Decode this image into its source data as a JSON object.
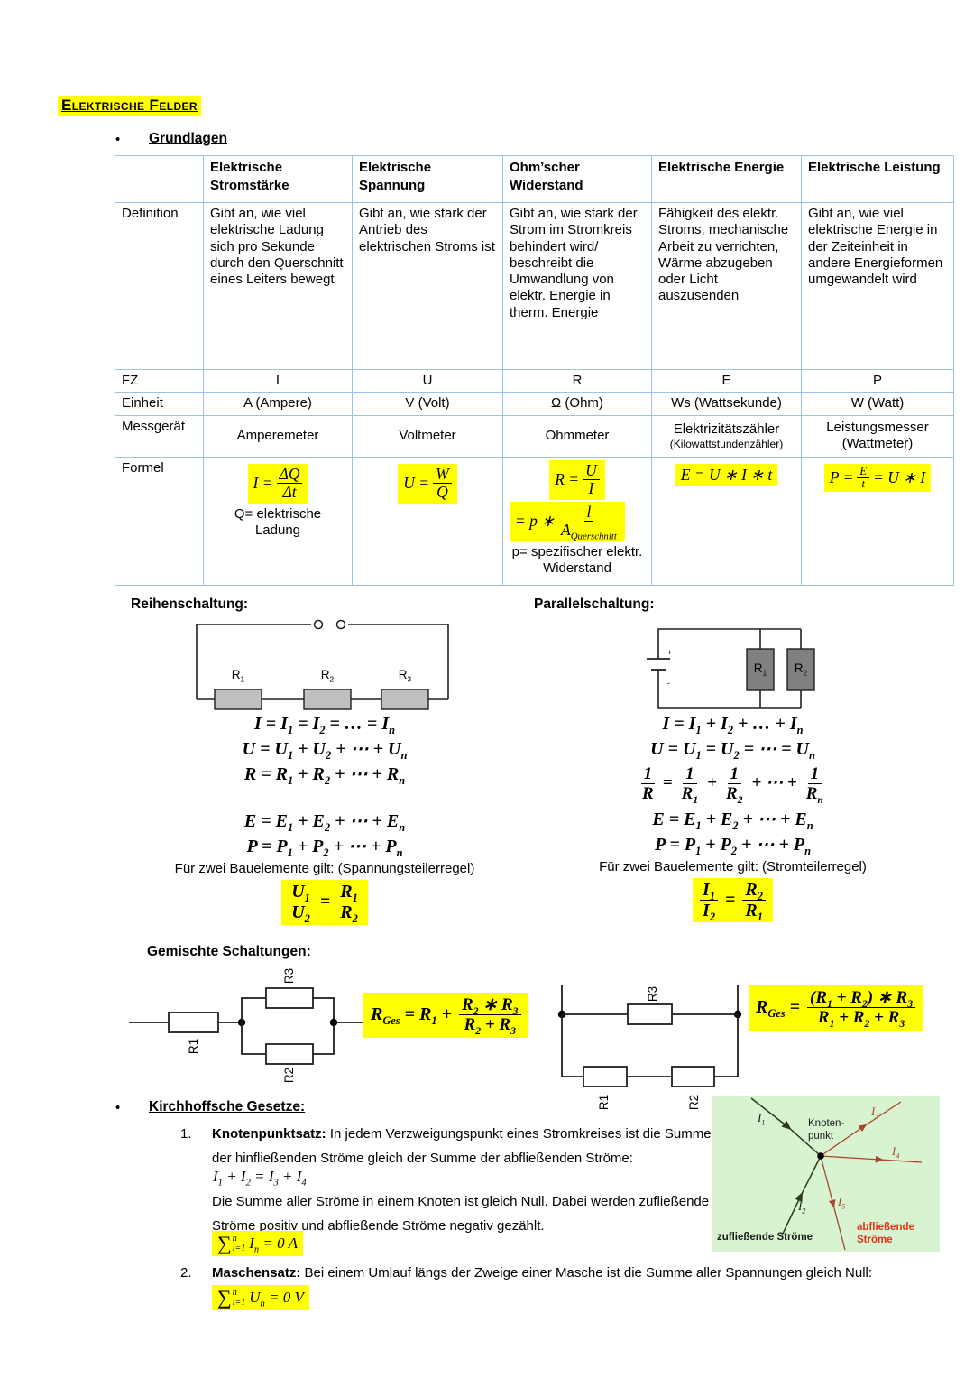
{
  "page": {
    "title": "Elektrische Felder"
  },
  "grundlagen": {
    "bullet": "•",
    "heading": "Grundlagen"
  },
  "table": {
    "headers": [
      "",
      "Elektrische Stromstärke",
      "Elektrische Spannung",
      "Ohm’scher Widerstand",
      "Elektrische Energie",
      "Elektrische Leistung"
    ],
    "rows": {
      "definition": {
        "label": "Definition",
        "cells": [
          "Gibt an, wie viel elektrische Ladung sich pro Sekunde durch den Querschnitt eines Leiters bewegt",
          "Gibt an, wie stark der Antrieb des elektrischen Stroms ist",
          "Gibt an, wie stark der Strom im Stromkreis behindert wird/ beschreibt die Umwandlung von elektr. Energie in therm. Energie",
          "Fähigkeit des elektr. Stroms, mechanische Arbeit zu verrichten, Wärme abzugeben oder Licht auszusenden",
          "Gibt an, wie viel elektrische Energie in der Zeiteinheit in andere Energieformen umgewandelt wird"
        ]
      },
      "fz": {
        "label": "FZ",
        "cells": [
          "I",
          "U",
          "R",
          "E",
          "P"
        ]
      },
      "einheit": {
        "label": "Einheit",
        "cells": [
          "A (Ampere)",
          "V (Volt)",
          "Ω (Ohm)",
          "Ws (Wattsekunde)",
          "W (Watt)"
        ]
      },
      "messgeraet": {
        "label": "Messgerät",
        "cells": [
          "Amperemeter",
          "Voltmeter",
          "Ohmmeter",
          "Elektrizitätszähler",
          "Leistungsmesser"
        ],
        "energie_sub": "(Kilowattstundenzähler)",
        "leistung_sub": "(Wattmeter)"
      },
      "formel": {
        "label": "Formel",
        "strom": {
          "lhs": "I =",
          "num": "ΔQ",
          "den": "Δt",
          "note": "Q= elektrische Ladung"
        },
        "spannung": {
          "lhs": "U =",
          "num": "W",
          "den": "Q"
        },
        "widerstand": {
          "lhs": "R =",
          "num": "U",
          "den": "I",
          "lhs2": "= p ∗",
          "num2": "l",
          "den2": "A_Querschnitt_",
          "note": "p= spezifischer elektr. Widerstand"
        },
        "energie": {
          "formula": "E = U ∗ I ∗ t"
        },
        "leistung": {
          "lhs": "P =",
          "num": "E",
          "den": "t",
          "rhs": "= U ∗ I"
        }
      }
    }
  },
  "reihenschaltung": {
    "heading": "Reihenschaltung:",
    "labels": {
      "r1": "R_1_",
      "r2": "R_2_",
      "r3": "R_3_"
    },
    "f_strom": "I = I_1_ = I_2_ =  … = I_n_",
    "f_spannung": "U = U_1_ + U_2_ + ⋯ + U_n_",
    "f_widerstand": "R = R_1_ + R_2_ + ⋯ + R_n_",
    "f_energie": "E = E_1_ + E_2_ + ⋯ + E_n_",
    "f_leistung": "P = P_1_ + P_2_ + ⋯ + P_n_",
    "rule_caption": "Für zwei Bauelemente gilt: (Spannungsteilerregel)",
    "rule": {
      "num1": "U_1_",
      "den1": "U_2_",
      "eq": "=",
      "num2": "R_1_",
      "den2": "R_2_"
    }
  },
  "parallelschaltung": {
    "heading": "Parallelschaltung:",
    "battery_plus": "+",
    "battery_minus": "-",
    "labels": {
      "r1": "R_1_",
      "r2": "R_2_"
    },
    "f_strom": "I = I_1_ + I_2_ +  … + I_n_",
    "f_spannung": "U = U_1_ = U_2_ = ⋯ = U_n_",
    "f_widerstand": {
      "num0": "1",
      "den0": "R",
      "op0": "=",
      "num1": "1",
      "den1": "R_1_",
      "op1": "+",
      "num2": "1",
      "den2": "R_2_",
      "op2": "+ ⋯ +",
      "num3": "1",
      "den3": "R_n_"
    },
    "f_energie": "E = E_1_ + E_2_ + ⋯ + E_n_",
    "f_leistung": "P = P_1_ + P_2_ + ⋯ + P_n_",
    "rule_caption": "Für zwei Bauelemente gilt: (Stromteilerregel)",
    "rule": {
      "num1": "I_1_",
      "den1": "I_2_",
      "eq": "=",
      "num2": "R_2_",
      "den2": "R_1_"
    }
  },
  "gemischte": {
    "heading": "Gemischte Schaltungen:",
    "left": {
      "labels": {
        "r1": "R1",
        "r2": "R2",
        "r3": "R3"
      },
      "formula": {
        "lhs": "R_Ges_ =  R_1_ +",
        "num": "R_2_ ∗ R_3_",
        "den": "R_2_ + R_3_"
      }
    },
    "right": {
      "labels": {
        "r1": "R1",
        "r2": "R2",
        "r3": "R3"
      },
      "formula": {
        "lhs": "R_Ges_ =",
        "num": "(R_1_ + R_2_) ∗ R_3_",
        "den": "R_1_ + R_2_ + R_3_"
      }
    }
  },
  "kirchhoff": {
    "bullet": "•",
    "heading": "Kirchhoffsche Gesetze:",
    "item1": {
      "number": "1.",
      "term": "Knotenpunktsatz:",
      "text": " In jedem Verzweigungspunkt eines Stromkreises ist die Summe der hinfließenden Ströme gleich der Summe der abfließenden Ströme:",
      "math": "I_1_ + I_2_ =  I_3_ + I_4_",
      "text2": "Die Summe aller Ströme in einem Knoten ist gleich Null. Dabei werden zufließende Ströme positiv und abfließende Ströme negativ gezählt.",
      "sum": {
        "sigma": "∑",
        "sup": "n",
        "sub": "i=1",
        "rest": "I_n_ = 0 A"
      }
    },
    "item2": {
      "number": "2.",
      "term": "Maschensatz:",
      "text": " Bei einem Umlauf längs der Zweige einer Masche ist die Summe aller Spannungen gleich Null:",
      "sum": {
        "sigma": "∑",
        "sup": "n",
        "sub": "i=1",
        "rest": "U_n_ = 0 V"
      }
    }
  },
  "knoten_diagramm": {
    "node_label_line1": "Knoten-",
    "node_label_line2": "punkt",
    "i1": "I_1_",
    "i2": "I_2_",
    "i3": "I_3_",
    "i4": "I_4_",
    "i5": "I_5_",
    "in_label": "zufließende Ströme",
    "out_label": "abfließende Ströme",
    "colors": {
      "background": "#d8f3d0",
      "inflow": "#2b3a1e",
      "outflow": "#a8452c",
      "outflow_label": "#e0331a"
    }
  },
  "colors": {
    "highlight": "#ffff00",
    "table_border": "#9cc3e6",
    "wire": "#1f1f1f",
    "resistor_series": "#bfbfbf",
    "resistor_parallel": "#808080"
  }
}
